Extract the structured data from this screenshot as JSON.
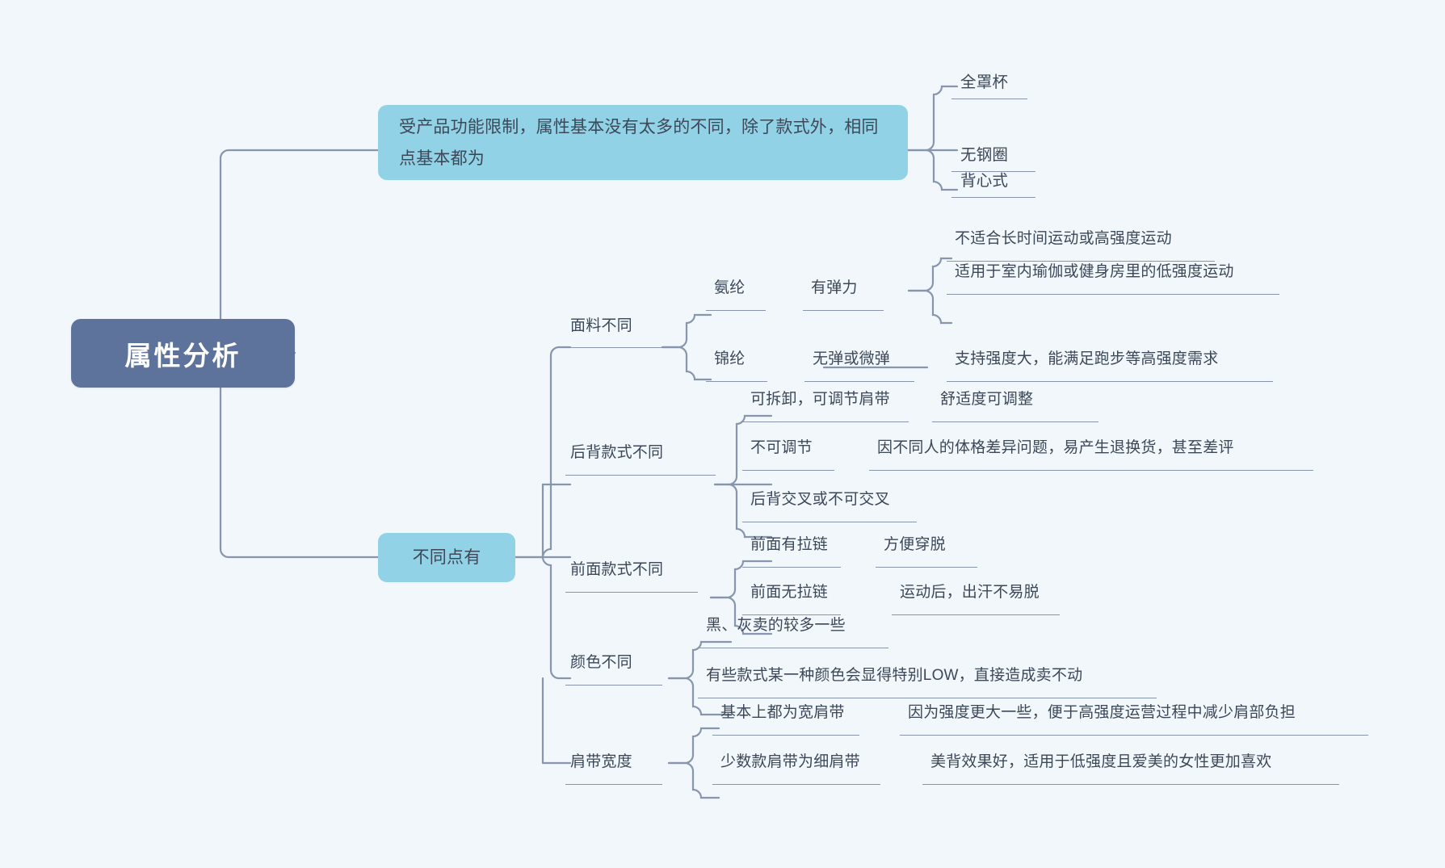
{
  "canvas": {
    "background": "#f2f7fb",
    "line_color": "#8795ad",
    "text_color": "#3c4858",
    "root_fill": "#5e739b",
    "branch_fill": "#92d2e6"
  },
  "root": {
    "label": "属性分析"
  },
  "branches": {
    "same_points": {
      "label": "受产品功能限制，属性基本没有太多的不同，除了款式外，相同点基本都为",
      "children": [
        {
          "label": "全罩杯"
        },
        {
          "label": "无钢圈"
        },
        {
          "label": "背心式"
        }
      ]
    },
    "different_points": {
      "label": "不同点有",
      "groups": [
        {
          "label": "面料不同",
          "items": [
            {
              "label": "氨纶",
              "property": "有弹力",
              "notes": [
                "不适合长时间运动或高强度运动",
                "适用于室内瑜伽或健身房里的低强度运动"
              ]
            },
            {
              "label": "锦纶",
              "property": "无弹或微弹",
              "notes": [
                "支持强度大，能满足跑步等高强度需求"
              ]
            }
          ]
        },
        {
          "label": "后背款式不同",
          "items": [
            {
              "label": "可拆卸，可调节肩带",
              "property": "舒适度可调整",
              "notes": []
            },
            {
              "label": "不可调节",
              "property": "因不同人的体格差异问题，易产生退换货，甚至差评",
              "notes": []
            },
            {
              "label": "后背交叉或不可交叉",
              "property": "",
              "notes": []
            }
          ]
        },
        {
          "label": "前面款式不同",
          "items": [
            {
              "label": "前面有拉链",
              "property": "方便穿脱",
              "notes": []
            },
            {
              "label": "前面无拉链",
              "property": "运动后，出汗不易脱",
              "notes": []
            }
          ]
        },
        {
          "label": "颜色不同",
          "items": [
            {
              "label": "黑、灰卖的较多一些",
              "property": "",
              "notes": []
            },
            {
              "label": "有些款式某一种颜色会显得特别LOW，直接造成卖不动",
              "property": "",
              "notes": []
            }
          ]
        },
        {
          "label": "肩带宽度",
          "items": [
            {
              "label": "基本上都为宽肩带",
              "property": "因为强度更大一些，便于高强度运营过程中减少肩部负担",
              "notes": []
            },
            {
              "label": "少数款肩带为细肩带",
              "property": "美背效果好，适用于低强度且爱美的女性更加喜欢",
              "notes": []
            }
          ]
        }
      ]
    }
  }
}
